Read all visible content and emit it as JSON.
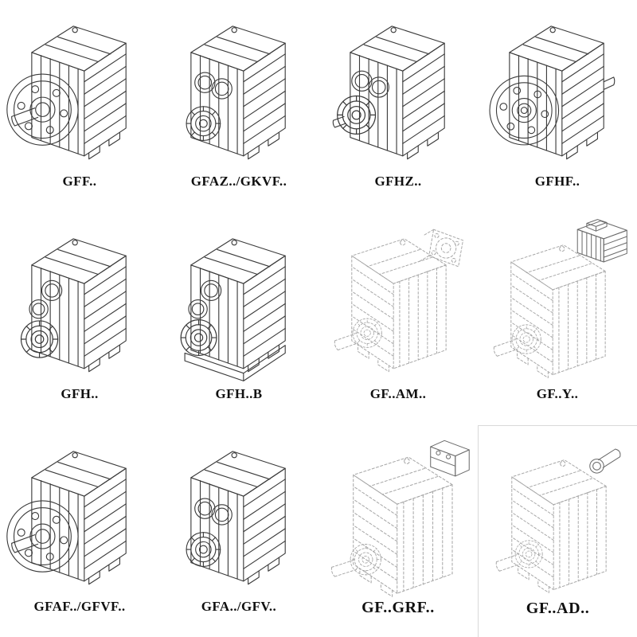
{
  "page": {
    "background": "#ffffff",
    "line_color": "#3a3a3a",
    "dashed_line_color": "#a6a6a6",
    "description": "Parallel shaft helical gear reducer model overview, 12 technical drawings in a 4x3 grid"
  },
  "grid": {
    "items": [
      {
        "label": "GFF..",
        "drawing": "flange-output-gearbox-drawing",
        "line_style": "solid"
      },
      {
        "label": "GFAZ../GKVF..",
        "drawing": "shaft-mounted-gearbox-drawing",
        "line_style": "solid"
      },
      {
        "label": "GFHZ..",
        "drawing": "hollow-shaft-gearbox-drawing",
        "line_style": "solid"
      },
      {
        "label": "GFHF..",
        "drawing": "flange-gearbox-drawing",
        "line_style": "solid"
      },
      {
        "label": "GFH..",
        "drawing": "foot-mounted-gearbox-drawing",
        "line_style": "solid"
      },
      {
        "label": "GFH..B",
        "drawing": "foot-mounted-base-gearbox-drawing",
        "line_style": "solid"
      },
      {
        "label": "GF..AM..",
        "drawing": "gearbox-motor-adapter-drawing",
        "line_style": "dashed"
      },
      {
        "label": "GF..Y..",
        "drawing": "gearbox-with-motor-drawing",
        "line_style": "dashed"
      },
      {
        "label": "GFAF../GFVF..",
        "drawing": "flange-output-gearbox-drawing",
        "line_style": "solid"
      },
      {
        "label": "GFA../GFV..",
        "drawing": "shaft-mounted-gearbox-drawing",
        "line_style": "solid"
      },
      {
        "label": "GF..GRF..",
        "drawing": "gearbox-input-adapter-drawing",
        "line_style": "dashed"
      },
      {
        "label": "GF..AD..",
        "drawing": "gearbox-input-shaft-drawing",
        "line_style": "dashed"
      }
    ]
  }
}
